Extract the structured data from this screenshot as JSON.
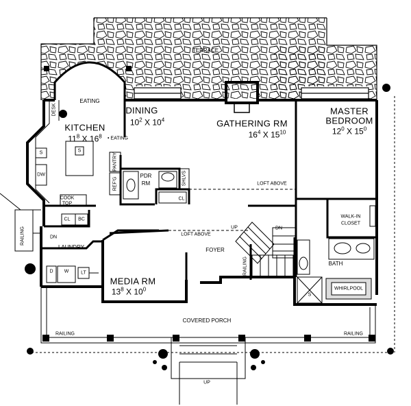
{
  "rooms": {
    "terrace": "TERRACE",
    "eating": "EATING",
    "eating_note": "• EATING",
    "dining": "DINING",
    "dining_w": "10",
    "dining_w_in": "2",
    "dining_x": "X",
    "dining_l": "10",
    "dining_l_in": "4",
    "kitchen": "KITCHEN",
    "kitchen_w": "11",
    "kitchen_w_in": "8",
    "kitchen_x": "X",
    "kitchen_l": "16",
    "kitchen_l_in": "8",
    "gathering": "GATHERING RM",
    "gathering_w": "16",
    "gathering_w_in": "4",
    "gathering_x": "X",
    "gathering_l": "15",
    "gathering_l_in": "10",
    "master_1": "MASTER",
    "master_2": "BEDROOM",
    "master_w": "12",
    "master_w_in": "0",
    "master_x": "X",
    "master_l": "15",
    "master_l_in": "0",
    "pdr_1": "PDR",
    "pdr_2": "RM",
    "laundry": "LAUNDRY",
    "media": "MEDIA RM",
    "media_w": "13",
    "media_w_in": "8",
    "media_x": "X",
    "media_l": "10",
    "media_l_in": "0",
    "foyer": "FOYER",
    "bath": "BATH",
    "walkin_1": "WALK-IN",
    "walkin_2": "CLOSET",
    "whirlpool": "WHIRLPOOL",
    "porch": "COVERED PORCH"
  },
  "fixtures": {
    "desk": "DESK",
    "pantry": "PANTRY",
    "refg": "REF'G",
    "shlvs": "SHLVS",
    "cl_pdr": "CL",
    "cook_1": "COOK",
    "cook_2": "TOP",
    "cl_laundry": "CL",
    "bc": "BC",
    "dw": "DW",
    "sink": "S",
    "island_sink": "S",
    "d": "D",
    "w": "W",
    "lt": "LT",
    "shower": "S"
  },
  "notes": {
    "loft_above_1": "LOFT ABOVE",
    "loft_above_2": "LOFT ABOVE",
    "up_stair": "UP",
    "dn_stair": "DN",
    "dn_laundry": "DN",
    "railing_left": "RAILING",
    "railing_foyer": "RAILING",
    "railing_porch_left": "RAILING",
    "railing_porch_right": "RAILING",
    "up_porch": "UP"
  }
}
